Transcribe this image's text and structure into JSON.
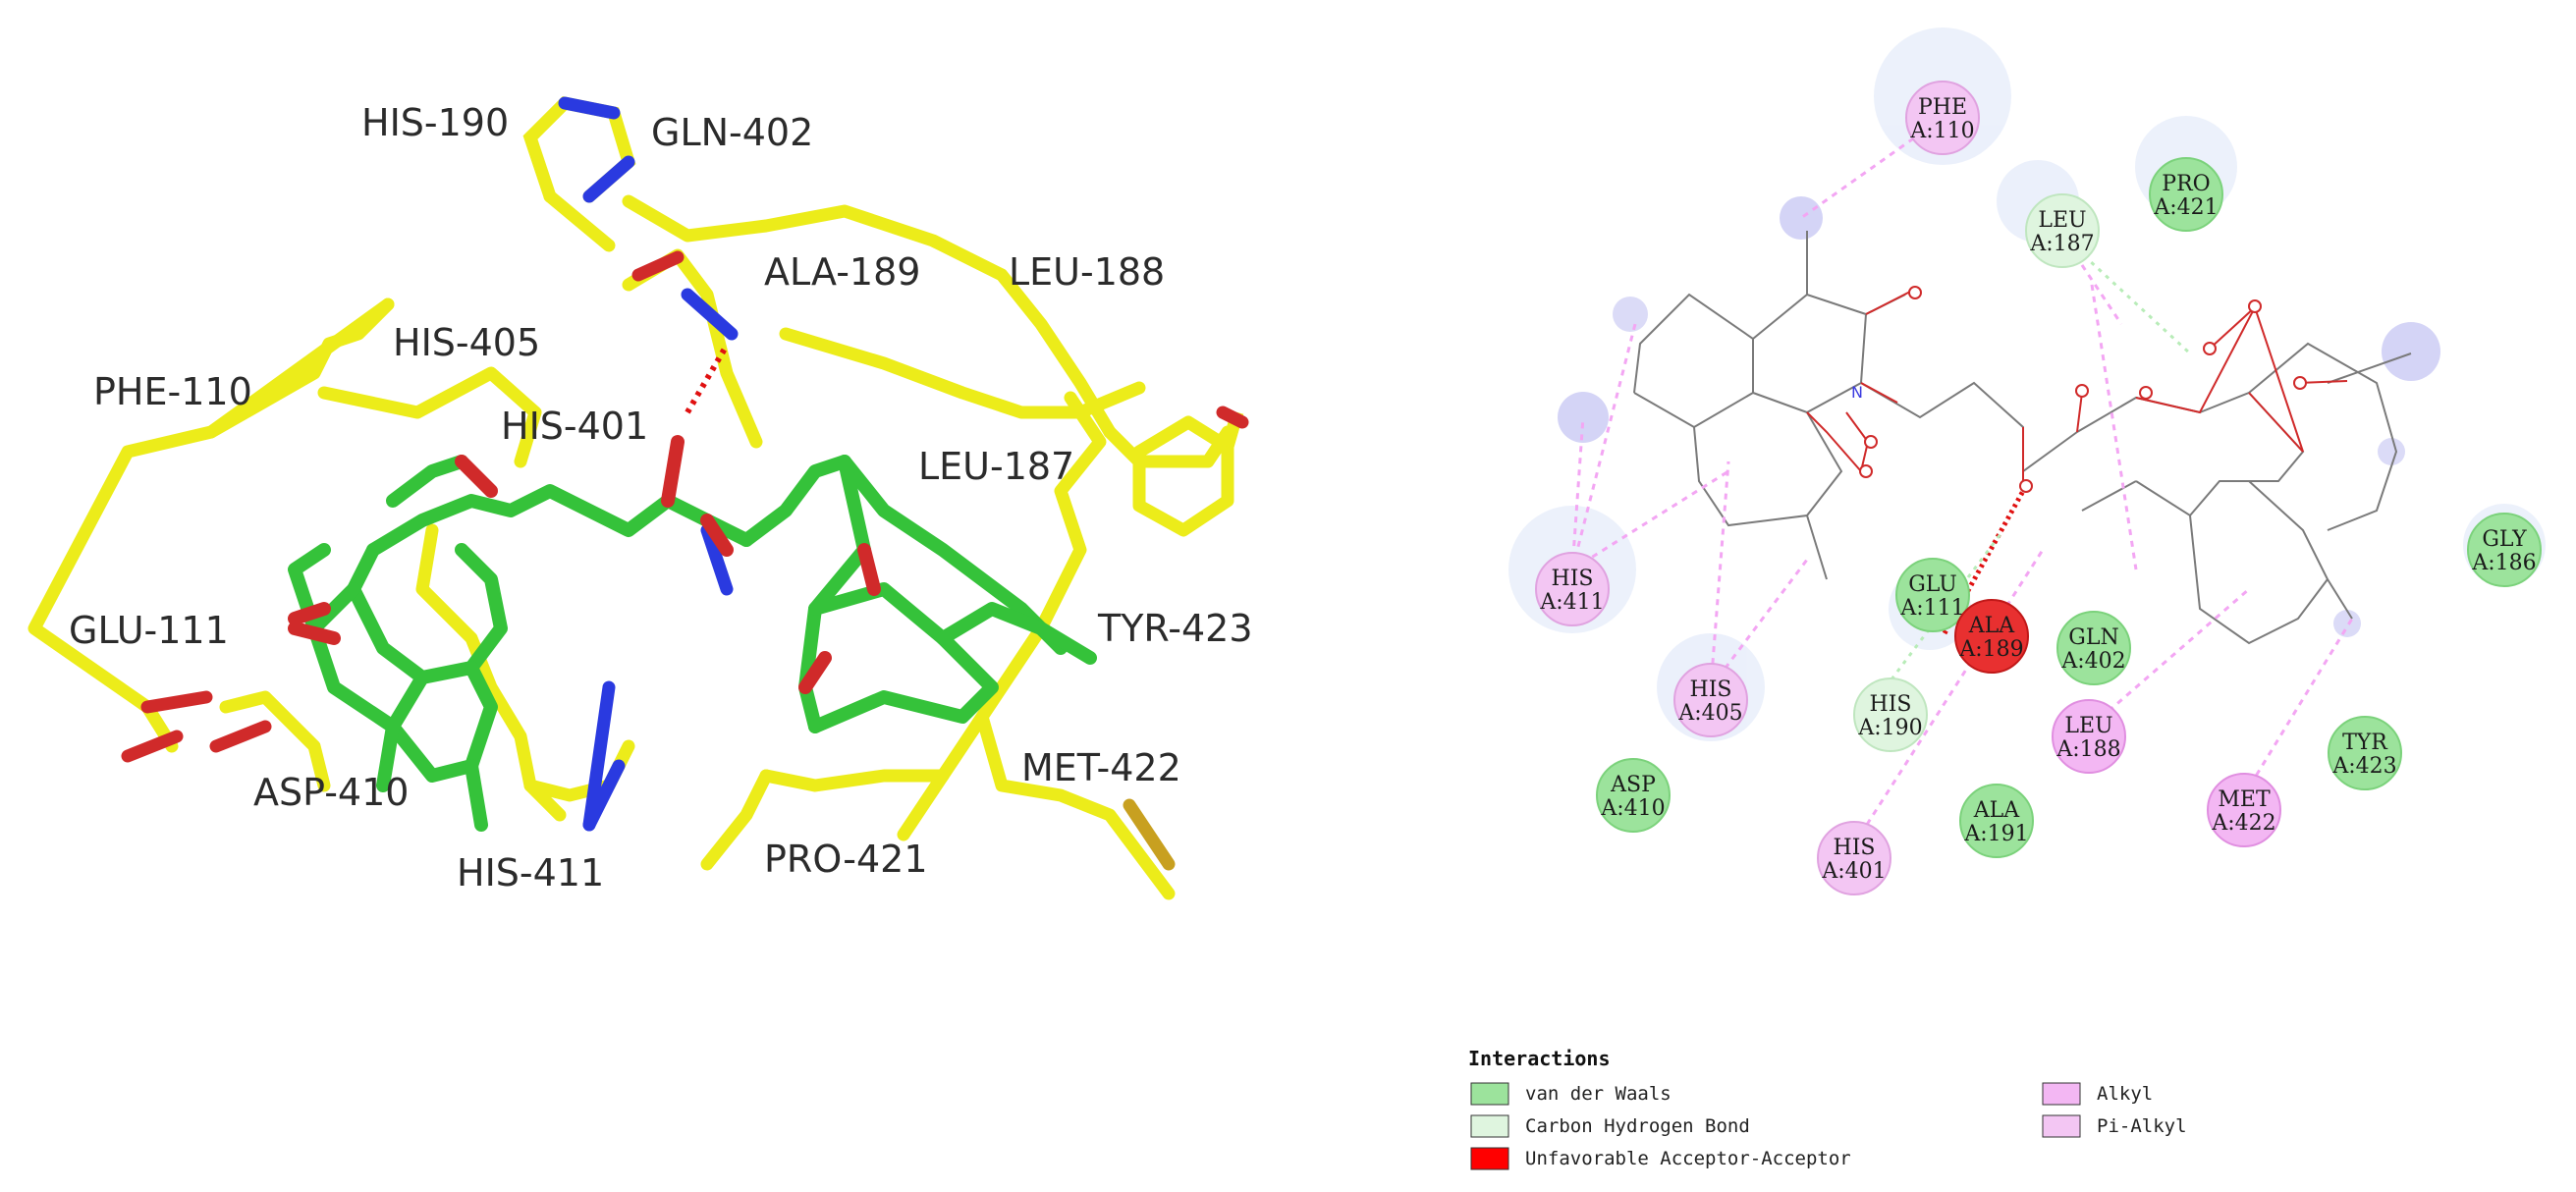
{
  "panel_3d": {
    "labels": [
      "HIS-190",
      "GLN-402",
      "ALA-189",
      "LEU-188",
      "HIS-405",
      "PHE-110",
      "HIS-401",
      "LEU-187",
      "GLU-111",
      "TYR-423",
      "ASP-410",
      "MET-422",
      "HIS-411",
      "PRO-421"
    ]
  },
  "panel_2d": {
    "residues": [
      {
        "name": "PHE",
        "id": "A:110",
        "type": "pi-alkyl"
      },
      {
        "name": "PRO",
        "id": "A:421",
        "type": "vdw"
      },
      {
        "name": "LEU",
        "id": "A:187",
        "type": "ch-bond"
      },
      {
        "name": "GLY",
        "id": "A:186",
        "type": "vdw"
      },
      {
        "name": "HIS",
        "id": "A:411",
        "type": "pi-alkyl"
      },
      {
        "name": "GLU",
        "id": "A:111",
        "type": "vdw"
      },
      {
        "name": "ALA",
        "id": "A:189",
        "type": "unfavorable"
      },
      {
        "name": "GLN",
        "id": "A:402",
        "type": "vdw"
      },
      {
        "name": "HIS",
        "id": "A:405",
        "type": "pi-alkyl"
      },
      {
        "name": "HIS",
        "id": "A:190",
        "type": "ch-bond"
      },
      {
        "name": "LEU",
        "id": "A:188",
        "type": "alkyl"
      },
      {
        "name": "TYR",
        "id": "A:423",
        "type": "vdw"
      },
      {
        "name": "ASP",
        "id": "A:410",
        "type": "vdw"
      },
      {
        "name": "ALA",
        "id": "A:191",
        "type": "vdw"
      },
      {
        "name": "MET",
        "id": "A:422",
        "type": "alkyl"
      },
      {
        "name": "HIS",
        "id": "A:401",
        "type": "pi-alkyl"
      }
    ]
  },
  "legend": {
    "title": "Interactions",
    "items": [
      {
        "label": "van der Waals",
        "color": "#9ce39c"
      },
      {
        "label": "Carbon Hydrogen Bond",
        "color": "#dff5df"
      },
      {
        "label": "Unfavorable Acceptor-Acceptor",
        "color": "#ff0000"
      },
      {
        "label": "Alkyl",
        "color": "#f3b7f3"
      },
      {
        "label": "Pi-Alkyl",
        "color": "#f3c6f3"
      }
    ]
  },
  "colors": {
    "protein": "#ecec1a",
    "ligand": "#35c23a",
    "oxygen": "#d02a2a",
    "nitrogen": "#2a3ae0",
    "vdw": "#9ce39c",
    "ch_bond": "#dff5df",
    "alkyl": "#f3b7f3",
    "pi_alkyl": "#f3c6f3",
    "unfavorable": "#e83030"
  }
}
